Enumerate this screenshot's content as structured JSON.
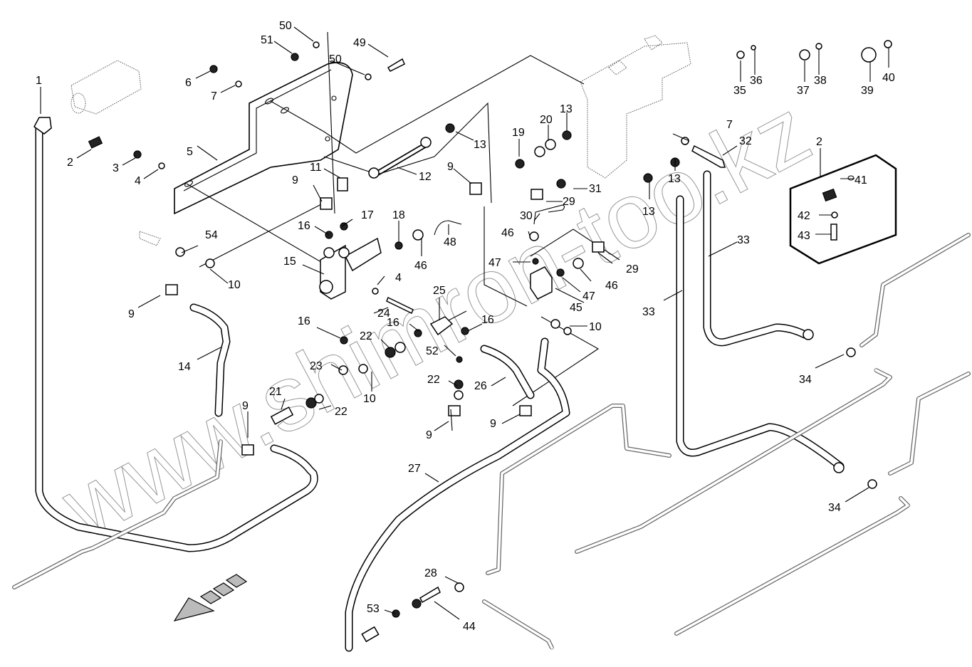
{
  "diagram": {
    "title": "Hydraulic lines exploded parts diagram",
    "watermark": "www.shimron-too.kz",
    "direction_indicator": "front-direction-arrow",
    "callouts": [
      {
        "id": "c1",
        "label": "1",
        "part": "elbow-hose-fitting"
      },
      {
        "id": "c2a",
        "label": "2",
        "part": "hose-clamp"
      },
      {
        "id": "c2b",
        "label": "2",
        "part": "clamp-kit"
      },
      {
        "id": "c3",
        "label": "3",
        "part": "nut"
      },
      {
        "id": "c4a",
        "label": "4",
        "part": "washer"
      },
      {
        "id": "c4b",
        "label": "4",
        "part": "washer"
      },
      {
        "id": "c5",
        "label": "5",
        "part": "mounting-bracket"
      },
      {
        "id": "c6",
        "label": "6",
        "part": "nut"
      },
      {
        "id": "c7a",
        "label": "7",
        "part": "washer"
      },
      {
        "id": "c7b",
        "label": "7",
        "part": "washer"
      },
      {
        "id": "c9a",
        "label": "9",
        "part": "swivel-elbow"
      },
      {
        "id": "c9b",
        "label": "9",
        "part": "swivel-elbow"
      },
      {
        "id": "c9c",
        "label": "9",
        "part": "swivel-elbow"
      },
      {
        "id": "c9d",
        "label": "9",
        "part": "swivel-elbow"
      },
      {
        "id": "c9e",
        "label": "9",
        "part": "swivel-elbow"
      },
      {
        "id": "c9f",
        "label": "9",
        "part": "swivel-elbow"
      },
      {
        "id": "c10a",
        "label": "10",
        "part": "tee-fitting"
      },
      {
        "id": "c10b",
        "label": "10",
        "part": "tee-fitting"
      },
      {
        "id": "c10c",
        "label": "10",
        "part": "tee-fitting"
      },
      {
        "id": "c11",
        "label": "11",
        "part": "elbow"
      },
      {
        "id": "c12",
        "label": "12",
        "part": "rigid-pipe"
      },
      {
        "id": "c13a",
        "label": "13",
        "part": "adapter"
      },
      {
        "id": "c13b",
        "label": "13",
        "part": "adapter"
      },
      {
        "id": "c13c",
        "label": "13",
        "part": "adapter"
      },
      {
        "id": "c13d",
        "label": "13",
        "part": "adapter"
      },
      {
        "id": "c14",
        "label": "14",
        "part": "hose"
      },
      {
        "id": "c15",
        "label": "15",
        "part": "valve-block"
      },
      {
        "id": "c16a",
        "label": "16",
        "part": "adapter"
      },
      {
        "id": "c16b",
        "label": "16",
        "part": "adapter"
      },
      {
        "id": "c16c",
        "label": "16",
        "part": "adapter"
      },
      {
        "id": "c16d",
        "label": "16",
        "part": "adapter"
      },
      {
        "id": "c17",
        "label": "17",
        "part": "adapter"
      },
      {
        "id": "c18",
        "label": "18",
        "part": "adapter"
      },
      {
        "id": "c19",
        "label": "19",
        "part": "adapter"
      },
      {
        "id": "c20",
        "label": "20",
        "part": "nut"
      },
      {
        "id": "c21",
        "label": "21",
        "part": "check-valve"
      },
      {
        "id": "c22a",
        "label": "22",
        "part": "nut"
      },
      {
        "id": "c22b",
        "label": "22",
        "part": "nut"
      },
      {
        "id": "c22c",
        "label": "22",
        "part": "nut"
      },
      {
        "id": "c23",
        "label": "23",
        "part": "tee"
      },
      {
        "id": "c24",
        "label": "24",
        "part": "bolt"
      },
      {
        "id": "c25",
        "label": "25",
        "part": "pressure-switch-block"
      },
      {
        "id": "c26",
        "label": "26",
        "part": "hose"
      },
      {
        "id": "c27",
        "label": "27",
        "part": "hose"
      },
      {
        "id": "c28",
        "label": "28",
        "part": "tee"
      },
      {
        "id": "c29a",
        "label": "29",
        "part": "swivel-elbow"
      },
      {
        "id": "c29b",
        "label": "29",
        "part": "swivel-elbow"
      },
      {
        "id": "c30",
        "label": "30",
        "part": "pipe"
      },
      {
        "id": "c31",
        "label": "31",
        "part": "adapter"
      },
      {
        "id": "c32",
        "label": "32",
        "part": "bolt"
      },
      {
        "id": "c33a",
        "label": "33",
        "part": "hose"
      },
      {
        "id": "c33b",
        "label": "33",
        "part": "hose"
      },
      {
        "id": "c34a",
        "label": "34",
        "part": "tee"
      },
      {
        "id": "c34b",
        "label": "34",
        "part": "tee"
      },
      {
        "id": "c35",
        "label": "35",
        "part": "nut"
      },
      {
        "id": "c36",
        "label": "36",
        "part": "seal"
      },
      {
        "id": "c37",
        "label": "37",
        "part": "nut"
      },
      {
        "id": "c38",
        "label": "38",
        "part": "seal"
      },
      {
        "id": "c39",
        "label": "39",
        "part": "nut"
      },
      {
        "id": "c40",
        "label": "40",
        "part": "seal"
      },
      {
        "id": "c41",
        "label": "41",
        "part": "o-ring"
      },
      {
        "id": "c42",
        "label": "42",
        "part": "washer"
      },
      {
        "id": "c43",
        "label": "43",
        "part": "screw"
      },
      {
        "id": "c44",
        "label": "44",
        "part": "fitting"
      },
      {
        "id": "c45",
        "label": "45",
        "part": "valve"
      },
      {
        "id": "c46a",
        "label": "46",
        "part": "adapter"
      },
      {
        "id": "c46b",
        "label": "46",
        "part": "adapter"
      },
      {
        "id": "c46c",
        "label": "46",
        "part": "adapter"
      },
      {
        "id": "c47a",
        "label": "47",
        "part": "adapter"
      },
      {
        "id": "c47b",
        "label": "47",
        "part": "adapter"
      },
      {
        "id": "c48",
        "label": "48",
        "part": "pipe"
      },
      {
        "id": "c49",
        "label": "49",
        "part": "screw"
      },
      {
        "id": "c50a",
        "label": "50",
        "part": "washer"
      },
      {
        "id": "c50b",
        "label": "50",
        "part": "washer"
      },
      {
        "id": "c51",
        "label": "51",
        "part": "nut"
      },
      {
        "id": "c52",
        "label": "52",
        "part": "adapter"
      },
      {
        "id": "c53",
        "label": "53",
        "part": "plug"
      },
      {
        "id": "c54",
        "label": "54",
        "part": "adapter"
      }
    ]
  }
}
